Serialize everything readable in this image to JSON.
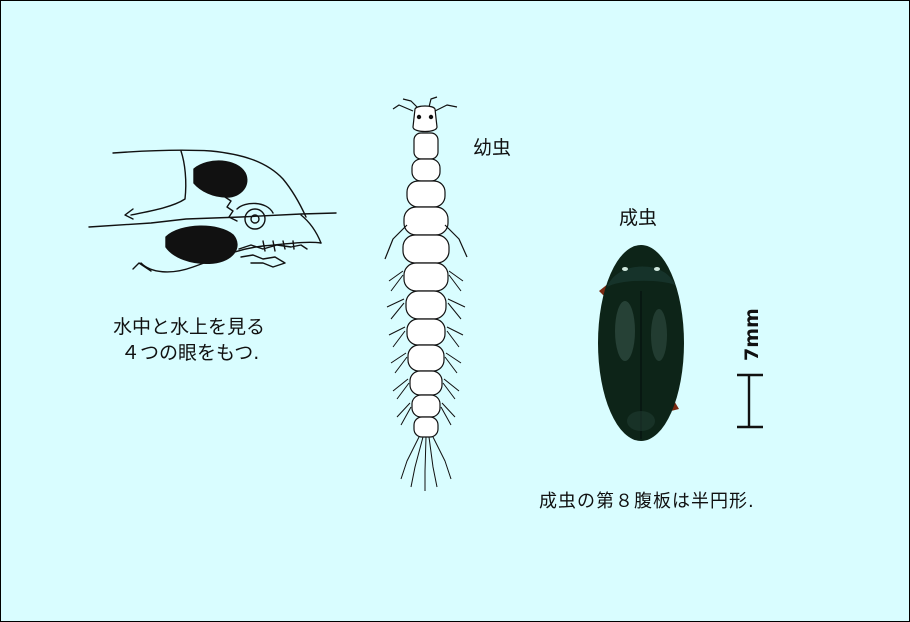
{
  "captions": {
    "eyes_line1": "水中と水上を見る",
    "eyes_line2": "４つの眼をもつ.",
    "larva": "幼虫",
    "adult": "成虫",
    "plate": "成虫の第８腹板は半円形."
  },
  "scale_bar": {
    "label": "7mm"
  },
  "colors": {
    "background": "#d9fdff",
    "beetle_body": "#0d2418",
    "ink": "#111111"
  }
}
